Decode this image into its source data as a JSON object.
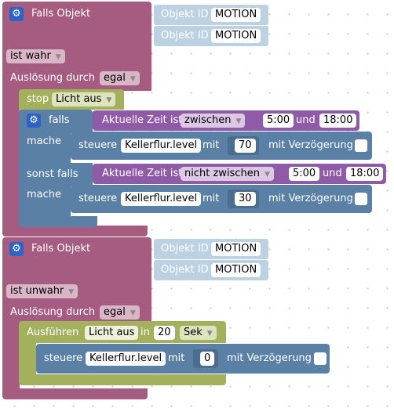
{
  "script1": {
    "trigger_label": "Falls Objekt",
    "obj1_label": "Objekt ID",
    "obj1_value": "MOTION",
    "obj2_label": "Objekt ID",
    "obj2_value": "MOTION",
    "condition_value": "ist wahr",
    "trigger_mode_label": "Auslösung durch",
    "trigger_mode_value": "egal",
    "stop_label": "stop",
    "stop_value": "Licht aus",
    "if_label": "falls",
    "if_do_label": "mache",
    "time1_label": "Aktuelle Zeit ist",
    "time1_op": "zwischen",
    "time1_from": "5:00",
    "time1_and": "und",
    "time1_to": "18:00",
    "set1_label": "steuere",
    "set1_target": "Kellerflur.level",
    "set1_with": "mit",
    "set1_value": "70",
    "set1_delay": "mit Verzögerung",
    "elseif_label": "sonst falls",
    "elseif_do_label": "mache",
    "time2_label": "Aktuelle Zeit ist",
    "time2_op": "nicht zwischen",
    "time2_from": "5:00",
    "time2_and": "und",
    "time2_to": "18:00",
    "set2_label": "steuere",
    "set2_target": "Kellerflur.level",
    "set2_with": "mit",
    "set2_value": "30",
    "set2_delay": "mit Verzögerung"
  },
  "script2": {
    "trigger_label": "Falls Objekt",
    "obj1_label": "Objekt ID",
    "obj1_value": "MOTION",
    "obj2_label": "Objekt ID",
    "obj2_value": "MOTION",
    "condition_value": "ist unwahr",
    "trigger_mode_label": "Auslösung durch",
    "trigger_mode_value": "egal",
    "timeout_label": "Ausführen",
    "timeout_name": "Licht aus",
    "timeout_in": "in",
    "timeout_value": "20",
    "timeout_unit": "Sek",
    "set_label": "steuere",
    "set_target": "Kellerflur.level",
    "set_with": "mit",
    "set_value": "0",
    "set_delay": "mit Verzögerung"
  },
  "colors": {
    "trigger": "#a65c81",
    "object": "#bcd1e2",
    "timeout": "#a3b05c",
    "control": "#5b80a5",
    "time": "#8f5ba6",
    "gear": "#2d63c4"
  },
  "icons": {
    "mutator": "gear-icon",
    "dropdown": "chevron-down-icon",
    "checkbox": "checkbox-icon"
  }
}
